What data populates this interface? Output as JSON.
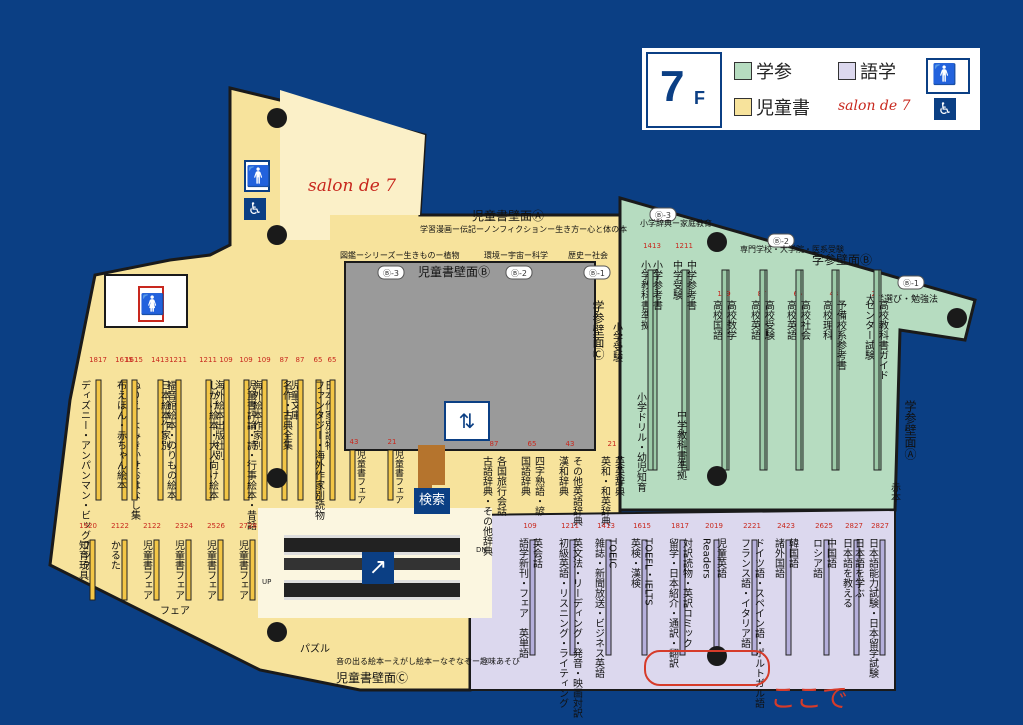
{
  "legend": {
    "floor_number": "7",
    "floor_suffix": "F",
    "green_label": "学参",
    "yellow_label": "児童書",
    "purple_label": "語学",
    "salon_label": "salon de 7",
    "colors": {
      "green": "#b6dcc0",
      "yellow": "#f7e39c",
      "purple": "#dcd8ee",
      "gray": "#9a9a9a",
      "navy": "#0b3f84"
    }
  },
  "salon_label": "salon de 7",
  "walls": {
    "jidou_a": "児童書壁面Ⓐ",
    "jidou_b": "児童書壁面Ⓑ",
    "jidou_c": "児童書壁面Ⓒ",
    "gakusan_a": "学参壁面Ⓐ",
    "gakusan_b": "学参壁面Ⓑ",
    "gakusan_c": "学参壁面Ⓒ"
  },
  "top_strip_labels": [
    "学習漫画ー伝記ーノンフィクションー生き方ー心と体の本",
    "図鑑ーシリーズー生きものー植物",
    "環境ー宇宙ー科学",
    "歴史ー社会"
  ],
  "markers": {
    "b3": "Ⓑ-3",
    "b2": "Ⓑ-2",
    "b1": "Ⓑ-1"
  },
  "gakusan_strip_labels": [
    "小学辞典ー家庭教育",
    "専門学校・大学院・医系受験",
    "大学選び・勉強法"
  ],
  "yellow_shelves": [
    {
      "nums": "1817",
      "text": "ディズニー・アンパンマン・ビッグブック"
    },
    {
      "nums": "1615",
      "text": "ぬりえ・よみきかせおはなし集"
    },
    {
      "nums": "1615",
      "text": "布えほん・赤ちゃん絵本"
    },
    {
      "nums": "1413",
      "text": "福音館絵本・のりもの絵本"
    },
    {
      "nums": "1211",
      "text": "日本絵本作家別"
    },
    {
      "nums": "1211",
      "text": "海外絵本出版社別"
    },
    {
      "nums": "109",
      "text": "しかけ絵本・大人向け絵本"
    },
    {
      "nums": "109",
      "text": "海外絵本作家別"
    },
    {
      "nums": "109",
      "text": "児童書評論・詩・行事絵本・昔話"
    },
    {
      "nums": "87",
      "text": "児童文庫"
    },
    {
      "nums": "87",
      "text": "名作・古典全集"
    },
    {
      "nums": "65",
      "text": "日本作家別読物"
    },
    {
      "nums": "65",
      "text": "ファンタジー・海外作家別読物"
    }
  ],
  "fair_shelves": [
    {
      "nums": "43",
      "text": "児童書フェア"
    },
    {
      "nums": "21",
      "text": "児童書フェア"
    }
  ],
  "mid_shelves": [
    {
      "nums": "87",
      "text": "古語辞典・その他辞典"
    },
    {
      "nums": "87",
      "text": "各国旅行会話"
    },
    {
      "nums": "65",
      "text": "国語辞典"
    },
    {
      "nums": "65",
      "text": "四字熟語・諺"
    },
    {
      "nums": "43",
      "text": "漢和辞典"
    },
    {
      "nums": "43",
      "text": "その他英語辞典"
    },
    {
      "nums": "21",
      "text": "英和・和英辞典"
    },
    {
      "nums": "21",
      "text": "英英辞典"
    }
  ],
  "green_shelves": [
    {
      "nums": "1413",
      "text": "小学教科書準拠"
    },
    {
      "nums": "1413",
      "text": "小学参考書"
    },
    {
      "nums": "1211",
      "text": "中学受験"
    },
    {
      "nums": "1211",
      "text": "中学参考書"
    },
    {
      "nums": "109",
      "text": "高校国語"
    },
    {
      "nums": "109",
      "text": "高校数学"
    },
    {
      "nums": "87",
      "text": "高校英語"
    },
    {
      "nums": "87",
      "text": "高校受験"
    },
    {
      "nums": "65",
      "text": "高校英語"
    },
    {
      "nums": "65",
      "text": "高校社会"
    },
    {
      "nums": "43",
      "text": "高校理科"
    },
    {
      "nums": "43",
      "text": "予備校系参考書"
    },
    {
      "nums": "21",
      "text": "センター試験"
    },
    {
      "nums": "21",
      "text": "高校教科書ガイド"
    }
  ],
  "green_extra": [
    "中学教科書準拠",
    "小学ドリル・幼児知育",
    "小学受験",
    "赤本"
  ],
  "purple_shelves": [
    {
      "nums": "109",
      "text": "語学新刊・フェア"
    },
    {
      "nums": "109",
      "text": "英会話"
    },
    {
      "nums": "1211",
      "text": "初級英語・リスニング・ライティング"
    },
    {
      "nums": "1211",
      "text": "英文法・リーディング・発音・映画対訳"
    },
    {
      "nums": "1413",
      "text": "雑誌・新聞放送・ビジネス英語"
    },
    {
      "nums": "1413",
      "text": "TOEIC"
    },
    {
      "nums": "1615",
      "text": "英検・漢検"
    },
    {
      "nums": "1615",
      "text": "TOEFL・IELTS"
    },
    {
      "nums": "1817",
      "text": "留学・日本紹介・通訳・翻訳"
    },
    {
      "nums": "1817",
      "text": "対訳読物・英訳コミック"
    },
    {
      "nums": "2019",
      "text": "Readers"
    },
    {
      "nums": "2019",
      "text": "児童英語"
    },
    {
      "nums": "2221",
      "text": "フランス語・イタリア語"
    },
    {
      "nums": "2221",
      "text": "ドイツ語・スペイン語・ポルトガル語"
    },
    {
      "nums": "2423",
      "text": "諸外国語"
    },
    {
      "nums": "2423",
      "text": "韓国語"
    },
    {
      "nums": "2625",
      "text": "ロシア語"
    },
    {
      "nums": "2625",
      "text": "中国語"
    },
    {
      "nums": "2827",
      "text": "日本語を教える"
    },
    {
      "nums": "2827",
      "text": "日本語を学ぶ"
    },
    {
      "nums": "2827",
      "text": "日本語能力試験・日本留学試験"
    }
  ],
  "eigo_extra": "英単語",
  "bottom_yellow_shelves": [
    {
      "nums": "1920",
      "text": "知育玩具"
    },
    {
      "nums": "2122",
      "text": "かるた"
    },
    {
      "nums": "2122",
      "text": "児童書フェア"
    },
    {
      "nums": "2324",
      "text": "児童書フェア"
    },
    {
      "nums": "2526",
      "text": "児童書フェア"
    },
    {
      "nums": "2728",
      "text": "児童書フェア"
    }
  ],
  "diagonal_labels": [
    "フェア",
    "パズル"
  ],
  "bottom_strip_label": "音の出る絵本ーえがし絵本ーなぞなぞー趣味あそび",
  "search_label": "検索",
  "escalator": {
    "up": "UP",
    "down": "DN"
  },
  "annotation": "ここで"
}
